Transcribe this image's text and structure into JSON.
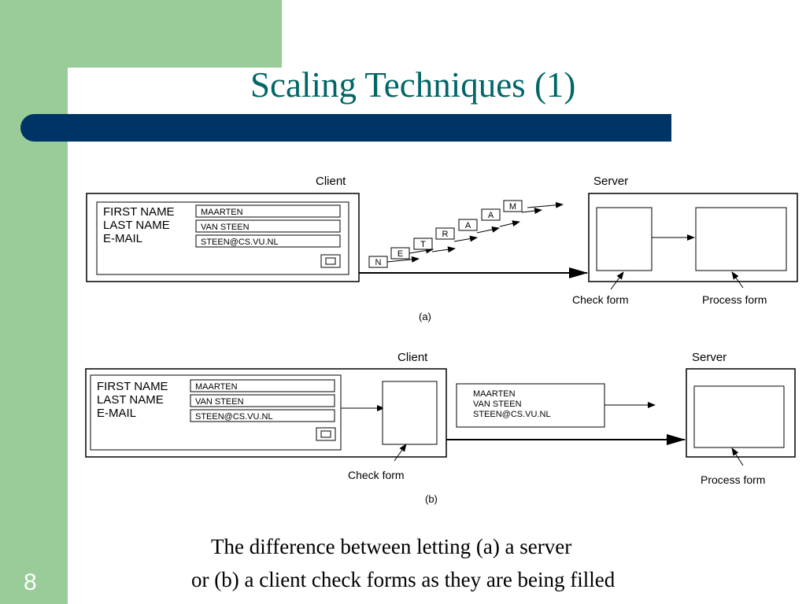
{
  "slide": {
    "title": "Scaling Techniques (1)",
    "number": "8",
    "caption_line1": "The difference between letting (a) a server",
    "caption_line2": "or (b) a client check forms as they are being filled",
    "accent_color": "#99cc99",
    "title_color": "#006666",
    "bar_color": "#003366"
  },
  "diagram_a": {
    "client_label": "Client",
    "server_label": "Server",
    "form_labels": [
      "FIRST NAME",
      "LAST NAME",
      "E-MAIL"
    ],
    "form_values": [
      "MAARTEN",
      "VAN STEEN",
      "STEEN@CS.VU.NL"
    ],
    "letters": [
      "N",
      "E",
      "T",
      "R",
      "A",
      "A",
      "M"
    ],
    "check_form": "Check form",
    "process_form": "Process form",
    "caption": "(a)"
  },
  "diagram_b": {
    "client_label": "Client",
    "server_label": "Server",
    "form_labels": [
      "FIRST NAME",
      "LAST NAME",
      "E-MAIL"
    ],
    "form_values": [
      "MAARTEN",
      "VAN STEEN",
      "STEEN@CS.VU.NL"
    ],
    "message_lines": [
      "MAARTEN",
      "VAN STEEN",
      "STEEN@CS.VU.NL"
    ],
    "check_form": "Check form",
    "process_form": "Process form",
    "caption": "(b)"
  }
}
